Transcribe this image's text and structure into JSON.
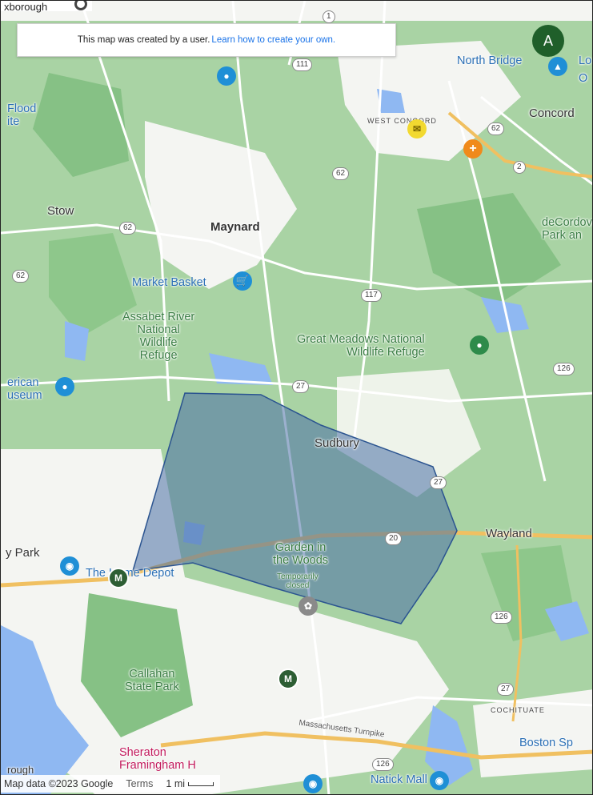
{
  "banner": {
    "text": "This map was created by a user.",
    "link": "Learn how to create your own."
  },
  "top_left_label": "xborough",
  "avatar": "A",
  "places": {
    "stow": "Stow",
    "maynard": "Maynard",
    "sudbury": "Sudbury",
    "wayland": "Wayland",
    "concord": "Concord",
    "north_bridge": "North Bridge",
    "lo": "Lo",
    "o": "O",
    "park": "y Park",
    "decordova": "deCordova\nPark an",
    "west_concord": "WEST CONCORD",
    "cochituate": "COCHITUATE",
    "flood": "Flood\nite",
    "merican": "erican\nuseum",
    "market_basket": "Market Basket",
    "assabet": "Assabet River\nNational\nWildlife\nRefuge",
    "great_meadows": "Great Meadows National\nWildlife Refuge",
    "garden": "Garden in\nthe Woods",
    "temporarily": "Temporarily\nclosed",
    "home_depot": "The Home Depot",
    "callahan": "Callahan\nState Park",
    "sheraton": "Sheraton\nFramingham H",
    "natick_mall": "Natick Mall",
    "boston_sp": "Boston Sp",
    "turnpike": "Massachusetts Turnpike",
    "rough": "rough"
  },
  "routes": {
    "r111": "111",
    "r62a": "62",
    "r62b": "62",
    "r62c": "62",
    "r62d": "62",
    "r2": "2",
    "r117": "117",
    "r27a": "27",
    "r27b": "27",
    "r27c": "27",
    "r20": "20",
    "r126a": "126",
    "r126b": "126",
    "r126c": "126",
    "r1": "1"
  },
  "footer": {
    "map_data": "Map data ©2023 Google",
    "terms": "Terms",
    "scale": "1 mi"
  },
  "colors": {
    "land": "#e6ece3",
    "park": "#a8d5a2",
    "park_dark": "#8cc58a",
    "water": "#9cc0f9",
    "urban": "#f6f6f4",
    "highway": "#f3c46f",
    "polygon_fill": "#4a6fa5",
    "polygon_stroke": "#2b5490"
  }
}
